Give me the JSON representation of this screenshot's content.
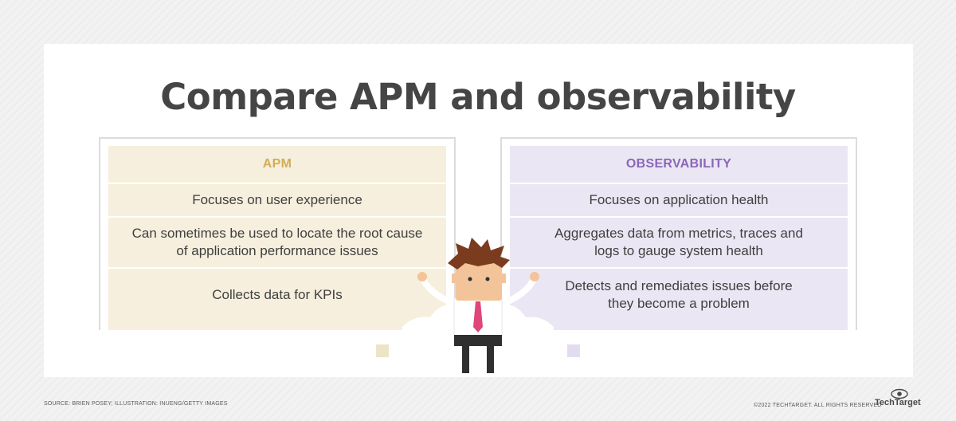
{
  "title": "Compare APM and observability",
  "apm": {
    "heading": "APM",
    "rows": [
      "Focuses on user experience",
      "Can sometimes be used to locate the root cause of application performance issues",
      "Collects data for KPIs"
    ]
  },
  "observability": {
    "heading": "OBSERVABILITY",
    "rows": [
      "Focuses on application health",
      "Aggregates data from metrics, traces and logs to gauge system health",
      "Detects and remediates issues before they become a problem"
    ]
  },
  "footer": {
    "source": "SOURCE: BRIEN POSEY; ILLUSTRATION: INUENG/GETTY IMAGES",
    "copyright": "©2022 TECHTARGET. ALL RIGHTS RESERVED",
    "brand": "TechTarget"
  },
  "colors": {
    "apm_fill": "#f6efdd",
    "apm_heading": "#d3ad58",
    "observability_fill": "#ebe6f3",
    "observability_heading": "#8a67b7",
    "title": "#454545"
  },
  "icons": [
    "person-illustration",
    "eye-logo-icon"
  ]
}
